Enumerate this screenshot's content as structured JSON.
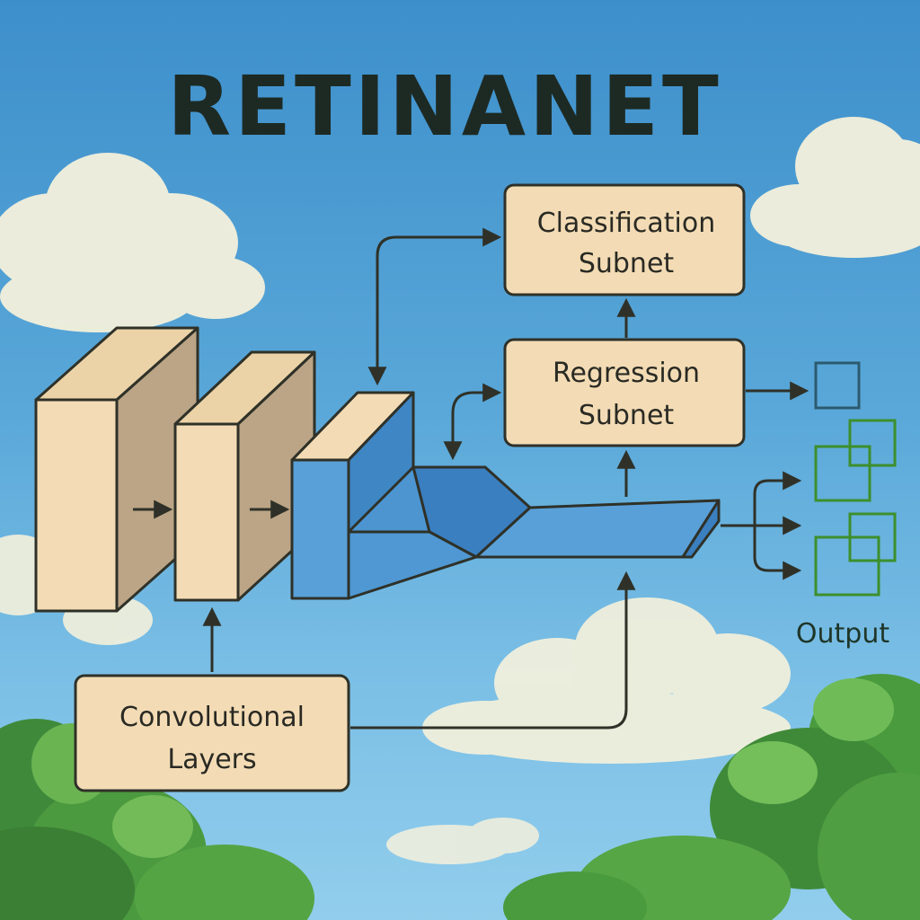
{
  "title": "RETINANET",
  "boxes": {
    "classification": {
      "line1": "Classification",
      "line2": "Subnet"
    },
    "regression": {
      "line1": "Regression",
      "line2": "Subnet"
    },
    "convolutional": {
      "line1": "Convolutional",
      "line2": "Layers"
    }
  },
  "output_label": "Output",
  "colors": {
    "box_fill": "#f3dcb5",
    "outline": "#2f3128",
    "blue_block": "#4c95d1",
    "output_green": "#3d8f2c"
  }
}
